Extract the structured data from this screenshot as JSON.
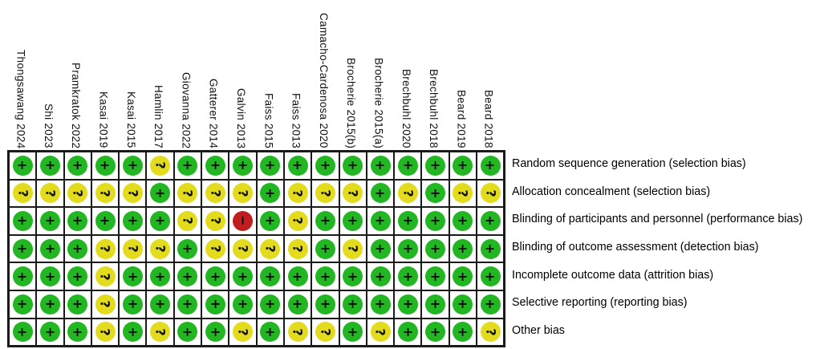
{
  "chart_data": {
    "type": "heatmap",
    "description_from_pixels": "risk-of-bias summary grid: studies as columns, bias domains as rows, judgement symbols in cells",
    "columns": [
      "Thongsawang 2024",
      "Shi 2023",
      "Pramkratok 2022",
      "Kasai 2019",
      "Kasai 2015",
      "Hamlin 2017",
      "Giovanna 2022",
      "Gatterer 2014",
      "Galvin 2013",
      "Faiss 2015",
      "Faiss 2013",
      "Camacho-Cardenosa 2020",
      "Brocherie 2015(b)",
      "Brocherie 2015(a)",
      "Brechbuhl 2020",
      "Brechbuhl 2018",
      "Beard 2019",
      "Beard 2018"
    ],
    "rows": [
      "Random sequence generation (selection bias)",
      "Allocation concealment (selection bias)",
      "Blinding of participants and personnel (performance bias)",
      "Blinding of outcome assessment (detection bias)",
      "Incomplete outcome data (attrition bias)",
      "Selective reporting (reporting bias)",
      "Other bias"
    ],
    "values": [
      [
        "+",
        "+",
        "+",
        "+",
        "+",
        "?",
        "+",
        "+",
        "+",
        "+",
        "+",
        "+",
        "+",
        "+",
        "+",
        "+",
        "+",
        "+"
      ],
      [
        "?",
        "?",
        "?",
        "?",
        "?",
        "+",
        "?",
        "?",
        "?",
        "+",
        "?",
        "?",
        "?",
        "+",
        "?",
        "+",
        "?",
        "?"
      ],
      [
        "+",
        "+",
        "+",
        "+",
        "+",
        "+",
        "?",
        "?",
        "-",
        "+",
        "?",
        "+",
        "+",
        "+",
        "+",
        "+",
        "+",
        "+"
      ],
      [
        "+",
        "+",
        "+",
        "?",
        "?",
        "?",
        "+",
        "?",
        "?",
        "?",
        "?",
        "+",
        "?",
        "+",
        "+",
        "+",
        "+",
        "+"
      ],
      [
        "+",
        "+",
        "+",
        "?",
        "+",
        "+",
        "+",
        "+",
        "+",
        "+",
        "+",
        "+",
        "+",
        "+",
        "+",
        "+",
        "+",
        "+"
      ],
      [
        "+",
        "+",
        "+",
        "?",
        "+",
        "+",
        "+",
        "+",
        "+",
        "+",
        "+",
        "+",
        "+",
        "+",
        "+",
        "+",
        "+",
        "+"
      ],
      [
        "+",
        "+",
        "+",
        "?",
        "+",
        "?",
        "+",
        "+",
        "?",
        "+",
        "?",
        "?",
        "+",
        "?",
        "+",
        "+",
        "+",
        "?"
      ]
    ],
    "symbol_colors": {
      "+": "#22b622",
      "?": "#e2db1e",
      "-": "#be1e1e"
    },
    "layout": {
      "grid_border_color": "#1a1a1a",
      "background": "#ffffff",
      "header_rotation": "vertical, glyphs rotated 90deg clockwise",
      "row_labels_position": "right"
    }
  }
}
